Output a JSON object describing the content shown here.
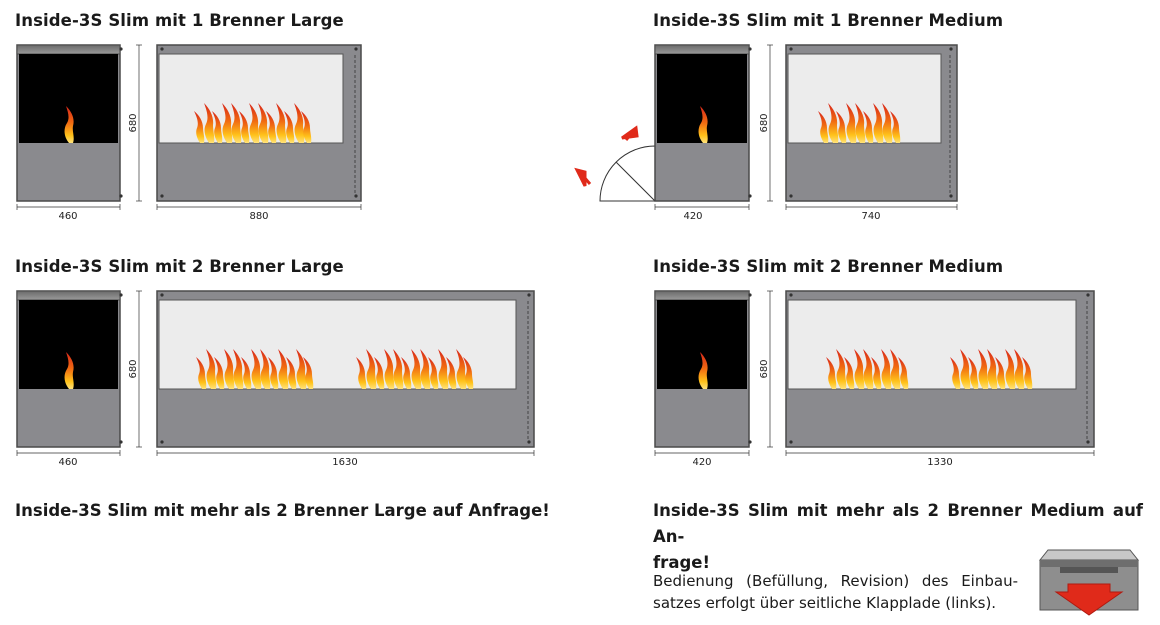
{
  "sections": [
    {
      "title": "Inside-3S Slim mit 1 Brenner Large",
      "side_width": "460",
      "front_width": "880",
      "height": "680"
    },
    {
      "title": "Inside-3S Slim mit 1 Brenner Medium",
      "side_width": "420",
      "front_width": "740",
      "height": "680"
    },
    {
      "title": "Inside-3S Slim mit 2 Brenner Large",
      "side_width": "460",
      "front_width": "1630",
      "height": "680"
    },
    {
      "title": "Inside-3S Slim mit 2 Brenner Medium",
      "side_width": "420",
      "front_width": "1330",
      "height": "680"
    }
  ],
  "notes": {
    "large_request": "Inside-3S Slim mit mehr als 2 Brenner Large auf Anfrage!",
    "medium_request_line1": "Inside-3S Slim mit mehr als 2 Brenner Medium auf An-",
    "medium_request_line2": "frage!",
    "operation_line1": "Bedienung (Befüllung, Revision) des Einbau-",
    "operation_line2": "satzes erfolgt über seitliche Klapplade (links)."
  },
  "colors": {
    "frame": "#8a8a8e",
    "frame_stroke": "#4a4a4a",
    "firebox": "#000000",
    "glass": "#ececec",
    "flame_outer": "#e03a12",
    "flame_inner": "#ffc21a",
    "arrow_red": "#e02a1a"
  }
}
